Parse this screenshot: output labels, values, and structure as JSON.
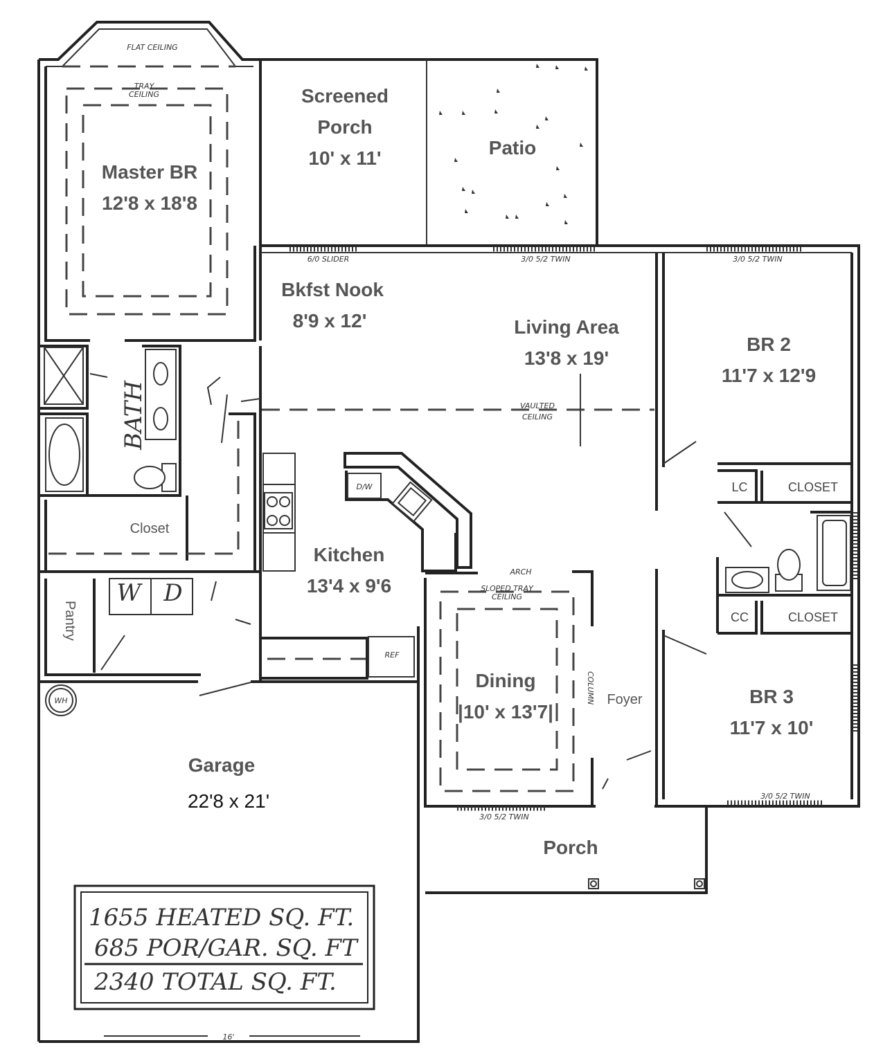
{
  "rooms": {
    "master": {
      "name": "Master BR",
      "dims": "12'8 x 18'8"
    },
    "screened_porch": {
      "line1": "Screened",
      "line2": "Porch",
      "dims": "10' x 11'"
    },
    "patio": {
      "name": "Patio"
    },
    "nook": {
      "name": "Bkfst Nook",
      "dims": "8'9 x 12'"
    },
    "living": {
      "name": "Living Area",
      "dims": "13'8 x 19'"
    },
    "br2": {
      "name": "BR 2",
      "dims": "11'7 x 12'9"
    },
    "br3": {
      "name": "BR 3",
      "dims": "11'7 x 10'"
    },
    "kitchen": {
      "name": "Kitchen",
      "dims": "13'4 x 9'6"
    },
    "dining": {
      "name": "Dining",
      "dims": "|10' x 13'7|"
    },
    "garage": {
      "name": "Garage",
      "dims": "22'8 x 21'"
    },
    "porch": {
      "name": "Porch"
    },
    "foyer": {
      "name": "Foyer"
    },
    "closet_master": {
      "name": "Closet"
    },
    "pantry": {
      "name": "Pantry"
    },
    "bath": {
      "name": "BATH"
    }
  },
  "closets": {
    "lc": "LC",
    "closet1": "CLOSET",
    "cc": "CC",
    "closet2": "CLOSET"
  },
  "appliances": {
    "washer": "W",
    "dryer": "D",
    "dishwasher": "D/W",
    "ref": "REF",
    "water_heater": "WH"
  },
  "notes": {
    "flat_ceiling": "FLAT CEILING",
    "tray_ceiling_1": "TRAY",
    "tray_ceiling_2": "CEILING",
    "slider": "6/0 SLIDER",
    "twin_living": "3/0 5/2 TWIN",
    "twin_br2": "3/0 5/2 TWIN",
    "vaulted_1": "VAULTED",
    "vaulted_2": "CEILING",
    "arch": "ARCH",
    "sloped_1": "SLOPED TRAY",
    "sloped_2": "CEILING",
    "column": "COLUMN",
    "twin_br3": "3/0 5/2 TWIN",
    "twin_dining": "3/0 5/2 TWIN",
    "garage_width": "16'"
  },
  "summary": {
    "heated": "1655 HEATED SQ. FT.",
    "por_gar": "685 POR/GAR. SQ. FT",
    "total": "2340 TOTAL SQ. FT."
  }
}
